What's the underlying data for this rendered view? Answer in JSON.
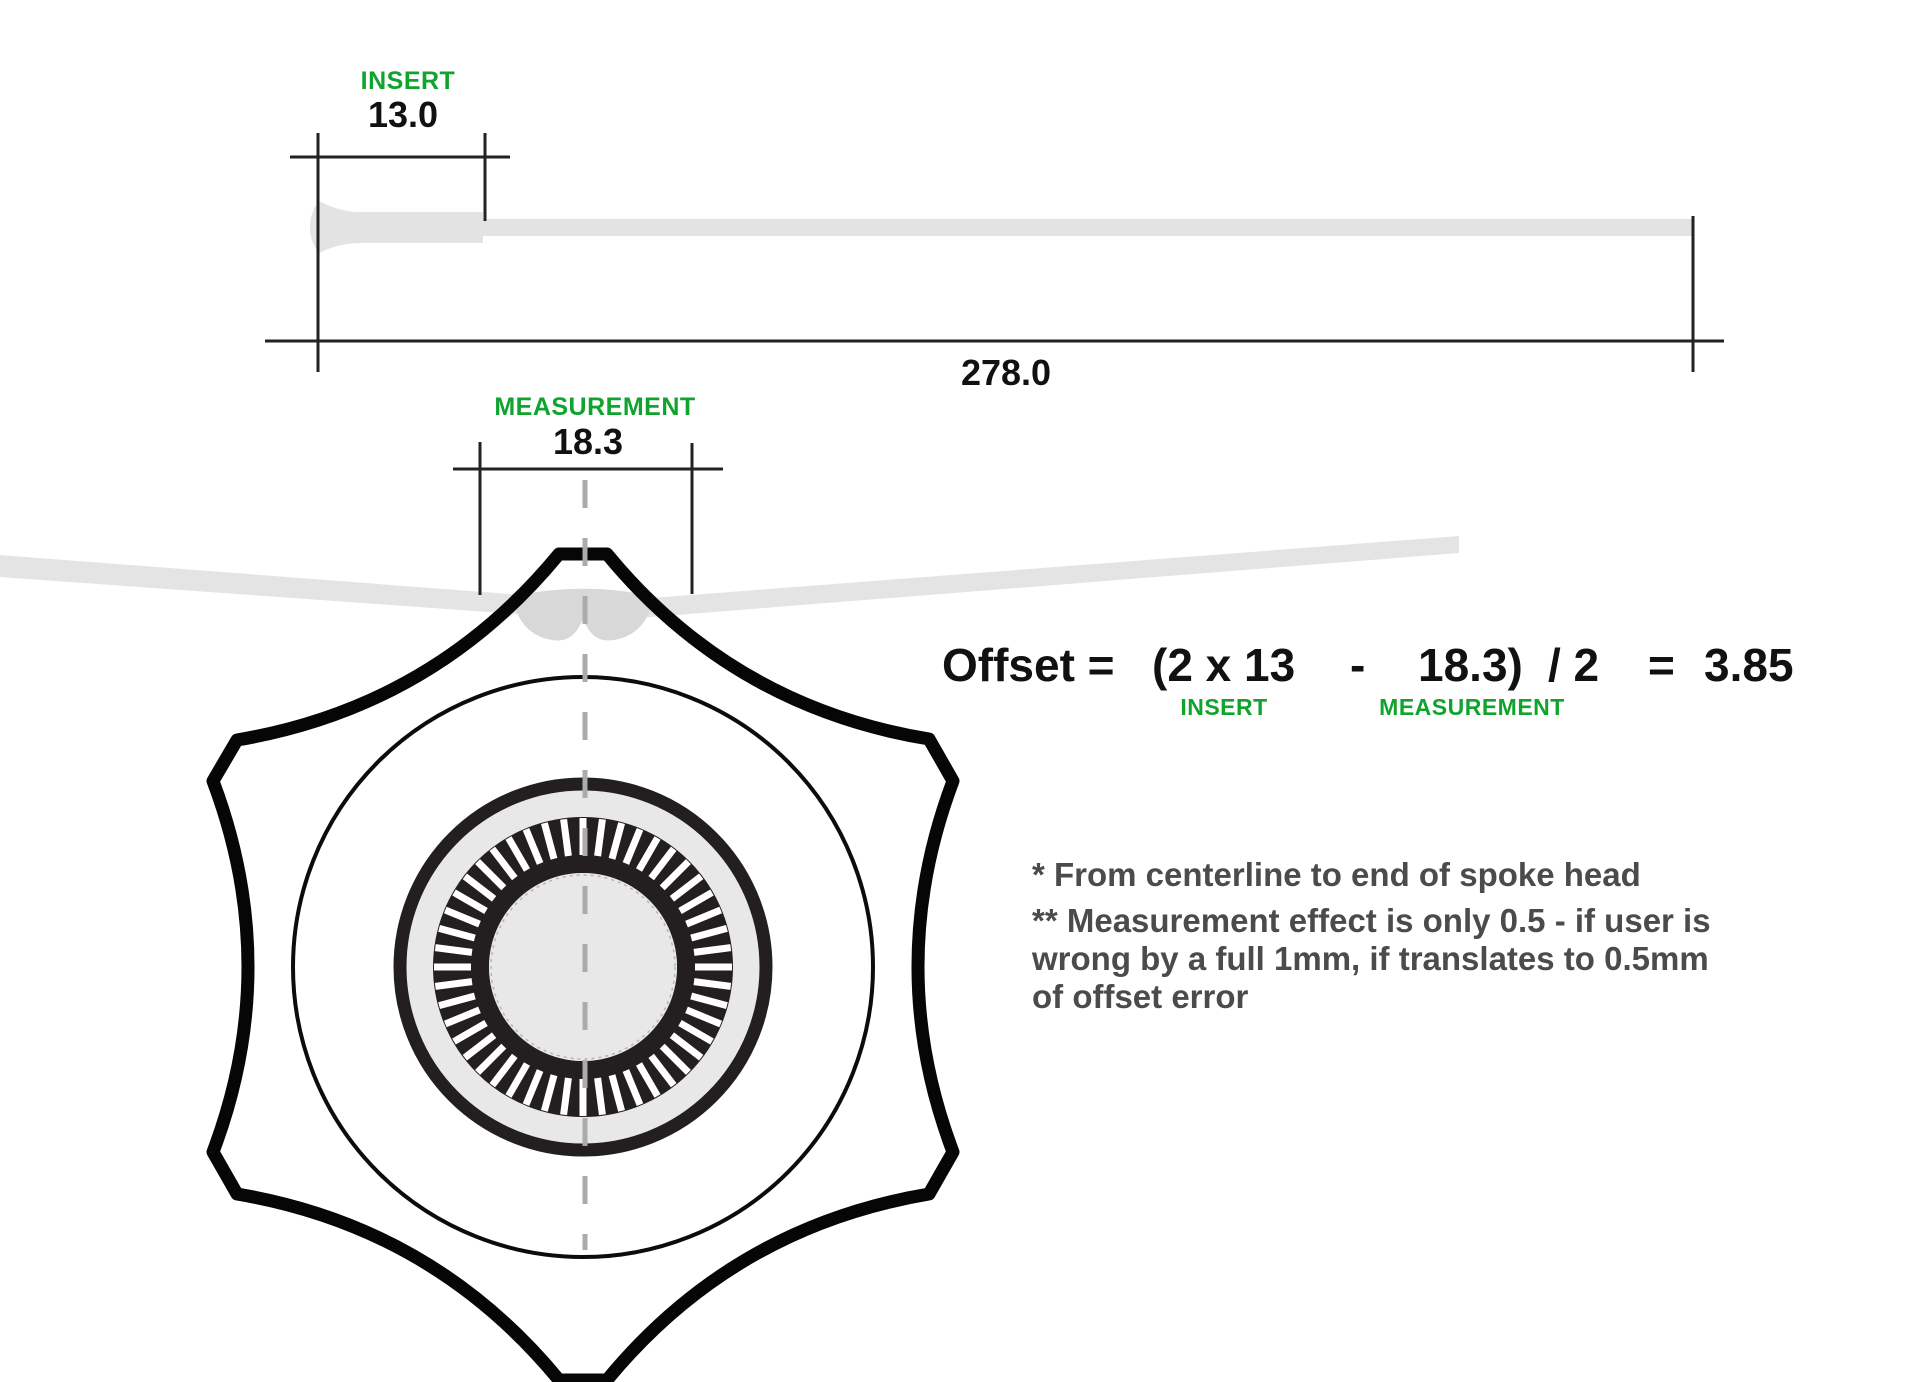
{
  "diagram": {
    "insert": {
      "label": "INSERT",
      "value": "13.0"
    },
    "spoke_length": {
      "value": "278.0"
    },
    "measurement": {
      "label": "MEASUREMENT",
      "value": "18.3"
    }
  },
  "formula": {
    "lhs": "Offset =",
    "term_open": "(2 x 13",
    "operator_minus": "-",
    "term_measurement": "18.3)",
    "divisor": "/ 2",
    "operator_equals": "=",
    "result": "3.85",
    "insert_tag": "INSERT",
    "measurement_tag": "MEASUREMENT"
  },
  "notes": {
    "note1": "* From centerline to end of spoke head",
    "note2_line1": "** Measurement effect is only 0.5 - if user is",
    "note2_line2": "wrong by a full 1mm, if translates to 0.5mm",
    "note2_line3": "of offset error"
  },
  "colors": {
    "accent_green": "#10a42e",
    "ink": "#111111",
    "dimension_line": "#222222",
    "note_gray": "#4b4b4b",
    "spoke_gray": "#e3e3e3",
    "spoke_head_gray": "#d8d8d8",
    "hub_fill_gray": "#e8e8e8",
    "hub_ring_dark": "#231f20",
    "centerline_gray": "#ababab"
  }
}
